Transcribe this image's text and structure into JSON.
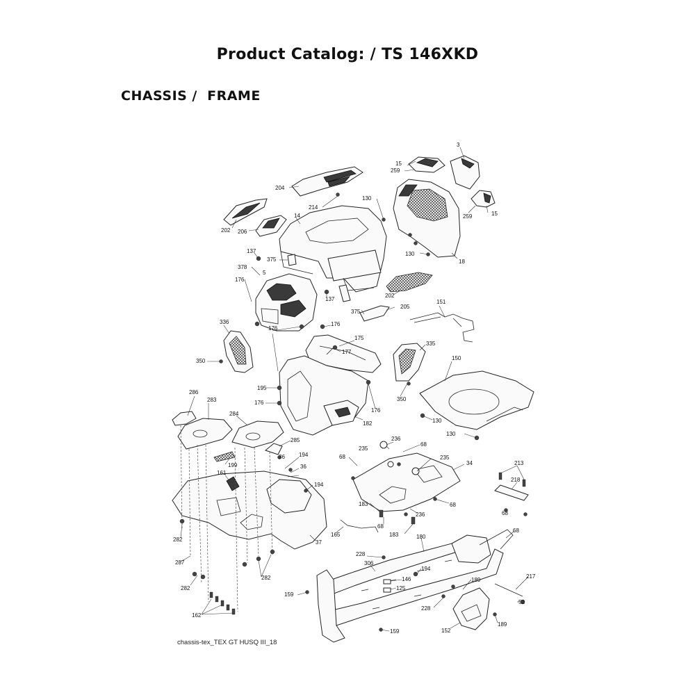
{
  "page": {
    "title": "Product Catalog: / TS 146XKD",
    "section": "CHASSIS /  FRAME",
    "caption": "chassis-tex_TEX GT HUSQ III_18"
  },
  "callouts": [
    {
      "id": "c3",
      "text": "3"
    },
    {
      "id": "c15a",
      "text": "15"
    },
    {
      "id": "c259a",
      "text": "259"
    },
    {
      "id": "c204",
      "text": "204"
    },
    {
      "id": "c130a",
      "text": "130"
    },
    {
      "id": "c214",
      "text": "214"
    },
    {
      "id": "c259b",
      "text": "259"
    },
    {
      "id": "c15b",
      "text": "15"
    },
    {
      "id": "c202a",
      "text": "202"
    },
    {
      "id": "c206",
      "text": "206"
    },
    {
      "id": "c14",
      "text": "14"
    },
    {
      "id": "c130b",
      "text": "130"
    },
    {
      "id": "c18",
      "text": "18"
    },
    {
      "id": "c137a",
      "text": "137"
    },
    {
      "id": "c375a",
      "text": "375"
    },
    {
      "id": "c378",
      "text": "378"
    },
    {
      "id": "c5",
      "text": "5"
    },
    {
      "id": "c176a",
      "text": "176"
    },
    {
      "id": "c137b",
      "text": "137"
    },
    {
      "id": "c202b",
      "text": "202"
    },
    {
      "id": "c375b",
      "text": "375"
    },
    {
      "id": "c205",
      "text": "205"
    },
    {
      "id": "c151",
      "text": "151"
    },
    {
      "id": "c336",
      "text": "336"
    },
    {
      "id": "c176b",
      "text": "176"
    },
    {
      "id": "c176c",
      "text": "176"
    },
    {
      "id": "c175",
      "text": "175"
    },
    {
      "id": "c177",
      "text": "177"
    },
    {
      "id": "c335",
      "text": "335"
    },
    {
      "id": "c350a",
      "text": "350"
    },
    {
      "id": "c150",
      "text": "150"
    },
    {
      "id": "c195",
      "text": "195"
    },
    {
      "id": "c176d",
      "text": "176"
    },
    {
      "id": "c176e",
      "text": "176"
    },
    {
      "id": "c350b",
      "text": "350"
    },
    {
      "id": "c182",
      "text": "182"
    },
    {
      "id": "c130c",
      "text": "130"
    },
    {
      "id": "c130d",
      "text": "130"
    },
    {
      "id": "c286",
      "text": "286"
    },
    {
      "id": "c283",
      "text": "283"
    },
    {
      "id": "c284",
      "text": "284"
    },
    {
      "id": "c285",
      "text": "285"
    },
    {
      "id": "c236a",
      "text": "236"
    },
    {
      "id": "c235a",
      "text": "235"
    },
    {
      "id": "c68a",
      "text": "68"
    },
    {
      "id": "c68b",
      "text": "68"
    },
    {
      "id": "c235b",
      "text": "235"
    },
    {
      "id": "c34",
      "text": "34"
    },
    {
      "id": "c213",
      "text": "213"
    },
    {
      "id": "c199",
      "text": "199"
    },
    {
      "id": "c194a",
      "text": "194"
    },
    {
      "id": "c36a",
      "text": "36"
    },
    {
      "id": "c36b",
      "text": "36"
    },
    {
      "id": "c161",
      "text": "161"
    },
    {
      "id": "c194b",
      "text": "194"
    },
    {
      "id": "c218",
      "text": "218"
    },
    {
      "id": "c183a",
      "text": "183"
    },
    {
      "id": "c68c",
      "text": "68"
    },
    {
      "id": "c236b",
      "text": "236"
    },
    {
      "id": "c68d",
      "text": "68"
    },
    {
      "id": "c68e",
      "text": "68"
    },
    {
      "id": "c282a",
      "text": "282"
    },
    {
      "id": "c165",
      "text": "165"
    },
    {
      "id": "c183b",
      "text": "183"
    },
    {
      "id": "c180",
      "text": "180"
    },
    {
      "id": "c68f",
      "text": "68"
    },
    {
      "id": "c37",
      "text": "37"
    },
    {
      "id": "c287",
      "text": "287"
    },
    {
      "id": "c228a",
      "text": "228"
    },
    {
      "id": "c306",
      "text": "306"
    },
    {
      "id": "c194c",
      "text": "194"
    },
    {
      "id": "c217",
      "text": "217"
    },
    {
      "id": "c282b",
      "text": "282"
    },
    {
      "id": "c282c",
      "text": "282"
    },
    {
      "id": "c146",
      "text": "146"
    },
    {
      "id": "c189a",
      "text": "189"
    },
    {
      "id": "c125",
      "text": "125"
    },
    {
      "id": "c159a",
      "text": "159"
    },
    {
      "id": "c52",
      "text": "52"
    },
    {
      "id": "c228b",
      "text": "228"
    },
    {
      "id": "c162",
      "text": "162"
    },
    {
      "id": "c189b",
      "text": "189"
    },
    {
      "id": "c152",
      "text": "152"
    },
    {
      "id": "c159b",
      "text": "159"
    }
  ]
}
